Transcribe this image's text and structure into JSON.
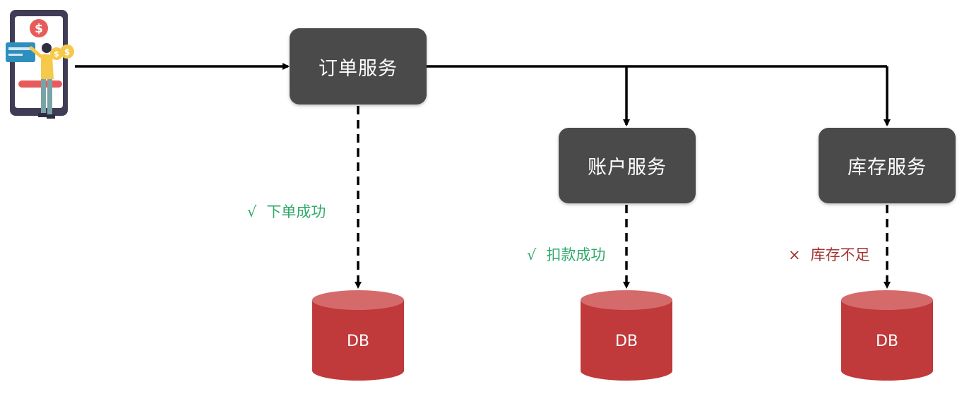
{
  "services": {
    "order": "订单服务",
    "account": "账户服务",
    "inventory": "库存服务"
  },
  "results": {
    "order": {
      "mark": "√",
      "text": "下单成功",
      "state": "success"
    },
    "account": {
      "mark": "√",
      "text": "扣款成功",
      "state": "success"
    },
    "inventory": {
      "mark": "×",
      "text": "库存不足",
      "state": "failure"
    }
  },
  "databases": {
    "order": "DB",
    "account": "DB",
    "inventory": "DB"
  },
  "colors": {
    "service_box": "#4a4a4a",
    "db_red": "#c0393b",
    "success": "#2fa96a",
    "failure": "#a33535"
  },
  "icons": {
    "client": "mobile-payment-icon"
  }
}
